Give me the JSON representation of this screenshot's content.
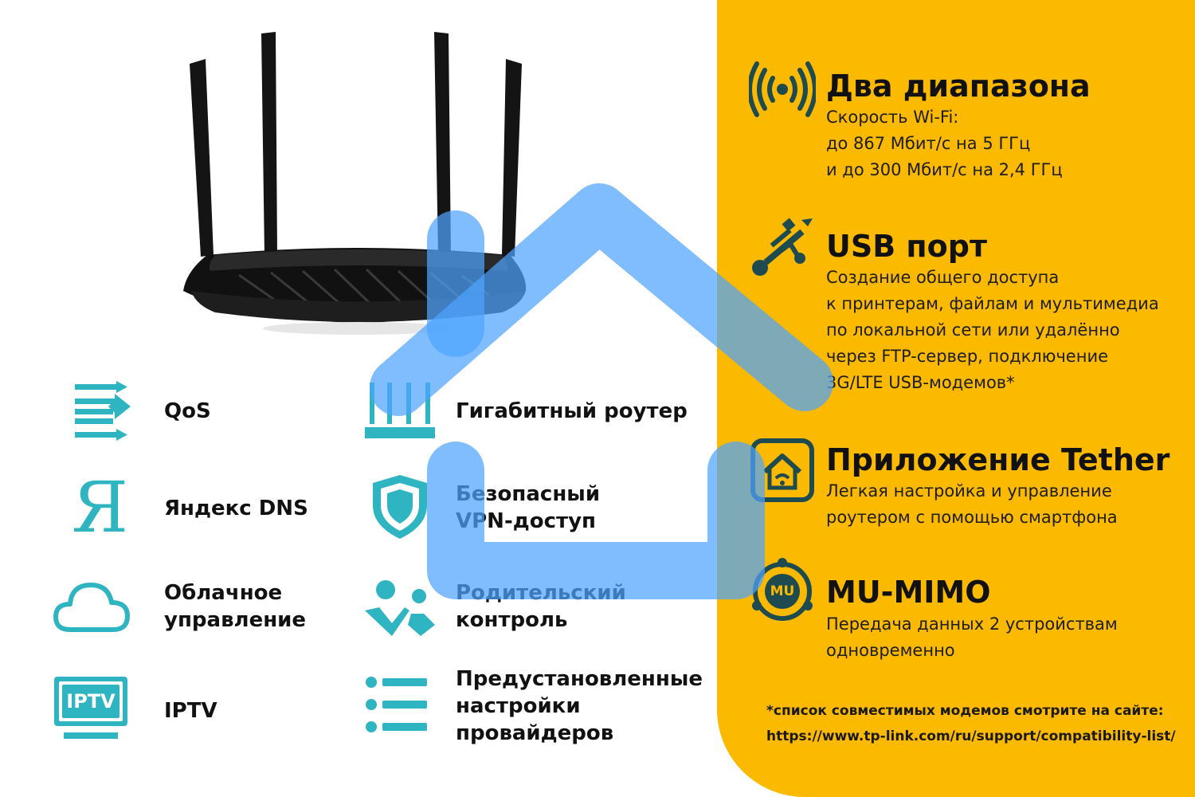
{
  "colors": {
    "teal": "#2fb4c2",
    "yellow": "#fbb900",
    "dark_teal": "#1d4b4f",
    "house_blue": "#4da3ff"
  },
  "left_features": [
    {
      "icon": "qos-arrows-icon",
      "label": "QoS"
    },
    {
      "icon": "router-antenna-icon",
      "label": "Гигабитный роутер"
    },
    {
      "icon": "yandex-letter-icon",
      "label": "Яндекс DNS"
    },
    {
      "icon": "shield-icon",
      "label": "Безопасный\nVPN-доступ"
    },
    {
      "icon": "cloud-icon",
      "label": "Облачное\nуправление"
    },
    {
      "icon": "family-icon",
      "label": "Родительский\nконтроль"
    },
    {
      "icon": "iptv-screen-icon",
      "label": "IPTV"
    },
    {
      "icon": "list-icon",
      "label": "Предустановленные\nнастройки\nпровайдеров"
    }
  ],
  "iptv_icon_text": "IPTV",
  "yandex_icon_text": "Я",
  "right_features": [
    {
      "icon": "wifi-signal-icon",
      "title": "Два диапазона",
      "desc": "Скорость Wi-Fi:\nдо 867 Мбит/с на 5 ГГц\nи до 300 Мбит/с на 2,4 ГГц"
    },
    {
      "icon": "usb-icon",
      "title": "USB порт",
      "desc": "Создание общего доступа\nк принтерам, файлам и мультимедиа\nпо локальной сети или удалённо\nчерез FTP-сервер, подключение\n3G/LTE USB-модемов*"
    },
    {
      "icon": "tether-app-icon",
      "title": "Приложение Tether",
      "desc": "Легкая настройка и управление\nроутером с помощью смартфона"
    },
    {
      "icon": "mu-mimo-icon",
      "title": "MU-MIMO",
      "desc": "Передача данных 2 устройствам\nодновременно"
    }
  ],
  "mu_icon_text": "MU",
  "footnote": "*список совместимых модемов смотрите на сайте:\nhttps://www.tp-link.com/ru/support/compatibility-list/"
}
